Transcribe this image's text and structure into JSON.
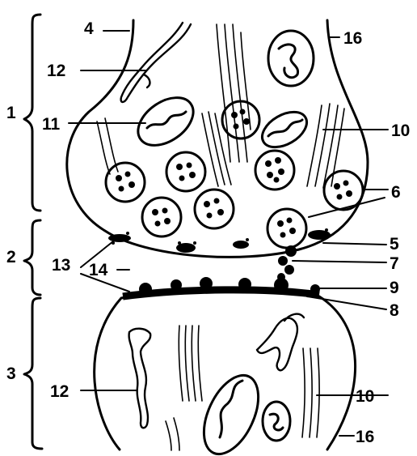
{
  "diagram": {
    "labels": {
      "l1": "1",
      "l2": "2",
      "l3": "3",
      "l4": "4",
      "l5": "5",
      "l6": "6",
      "l7": "7",
      "l8": "8",
      "l9": "9",
      "l10a": "10",
      "l10b": "10",
      "l11": "11",
      "l12a": "12",
      "l12b": "12",
      "l13": "13",
      "l14": "14",
      "l16a": "16",
      "l16b": "16"
    },
    "colors": {
      "ink": "#000000",
      "background": "#ffffff"
    }
  }
}
